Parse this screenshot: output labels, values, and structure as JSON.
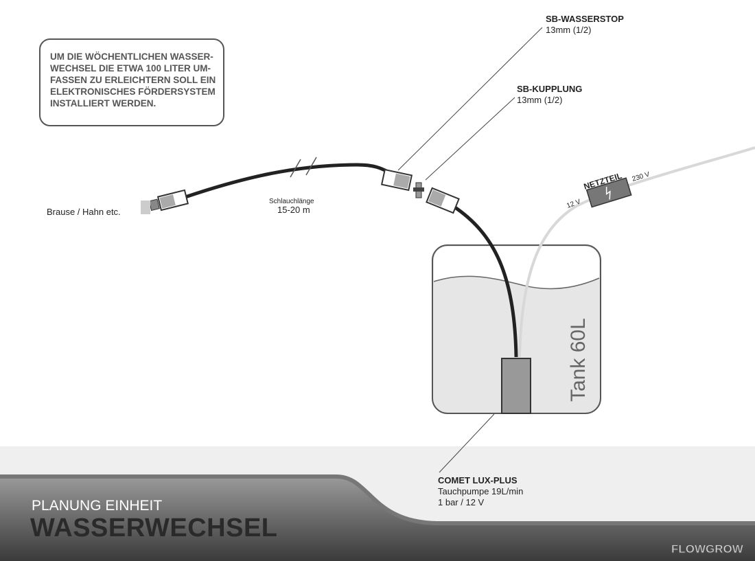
{
  "note": {
    "lines": [
      "UM DIE WÖCHENTLICHEN WASSER-",
      "WECHSEL DIE ETWA 100 LITER UM-",
      "FASSEN ZU ERLEICHTERN SOLL EIN",
      "ELEKTRONISCHES FÖRDERSYSTEM",
      "INSTALLIERT WERDEN."
    ]
  },
  "labels": {
    "wasserstop_title": "SB-WASSERSTOP",
    "wasserstop_size": "13mm (1/2)",
    "kupplung_title": "SB-KUPPLUNG",
    "kupplung_size": "13mm (1/2)",
    "brause": "Brause / Hahn etc.",
    "hose_label": "Schlauchlänge",
    "hose_length": "15-20 m",
    "netzteil": "NETZTEIL",
    "v12": "12 V",
    "v230": "230 V",
    "tank": "Tank 60L",
    "pump_title": "COMET LUX-PLUS",
    "pump_spec1": "Tauchpumpe 19L/min",
    "pump_spec2": "1 bar / 12 V"
  },
  "footer": {
    "subtitle": "PLANUNG EINHEIT",
    "title": "WASSERWECHSEL",
    "logo": "FLOWGROW"
  }
}
